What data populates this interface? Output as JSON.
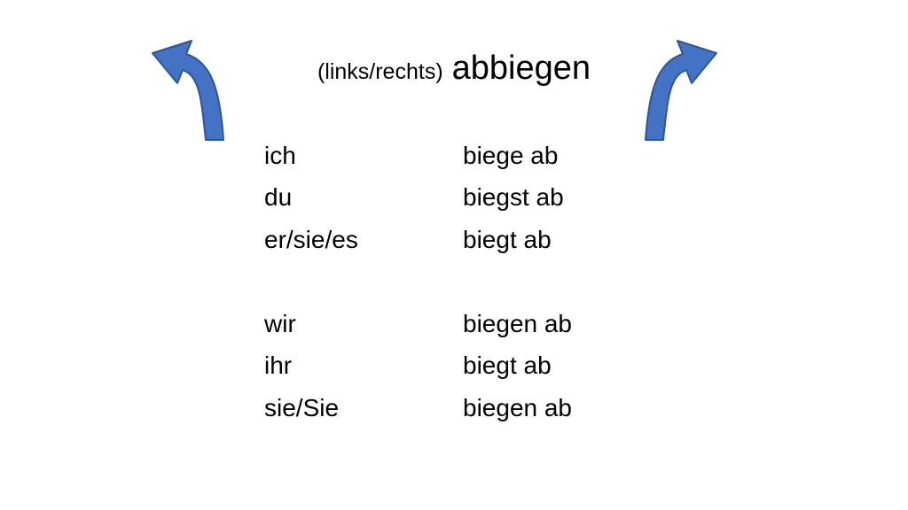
{
  "title": {
    "prefix": "(links/rechts)",
    "verb": "abbiegen"
  },
  "icons": {
    "left": "turn-left-arrow-icon",
    "right": "turn-right-arrow-icon",
    "color": "#4472C4",
    "outline": "#2F5597"
  },
  "conjugation": {
    "singular": [
      {
        "pronoun": "ich",
        "form": "biege ab"
      },
      {
        "pronoun": "du",
        "form": "biegst ab"
      },
      {
        "pronoun": "er/sie/es",
        "form": "biegt ab"
      }
    ],
    "plural": [
      {
        "pronoun": "wir",
        "form": "biegen ab"
      },
      {
        "pronoun": "ihr",
        "form": "biegt ab"
      },
      {
        "pronoun": "sie/Sie",
        "form": "biegen ab"
      }
    ]
  }
}
